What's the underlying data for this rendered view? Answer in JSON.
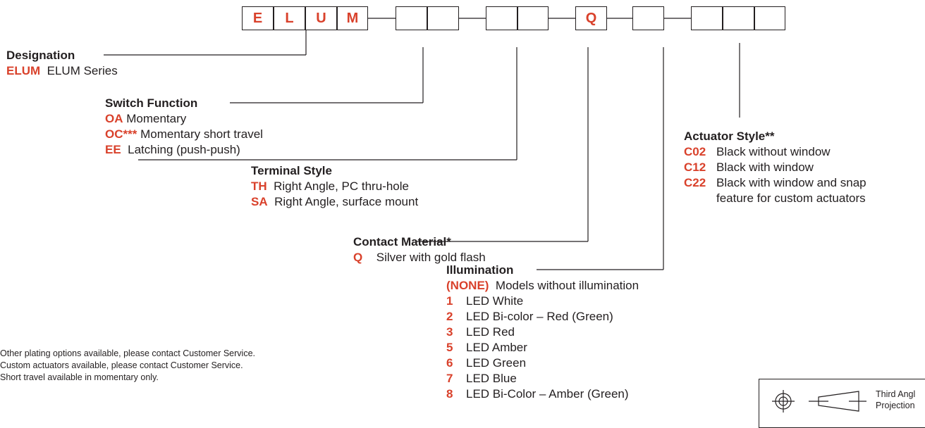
{
  "part_number": {
    "boxes": [
      "E",
      "L",
      "U",
      "M",
      "",
      "",
      "",
      "",
      "Q",
      "",
      "",
      "",
      ""
    ]
  },
  "sections": {
    "designation": {
      "title": "Designation",
      "items": [
        {
          "code": "ELUM",
          "desc": "ELUM Series"
        }
      ]
    },
    "switch_function": {
      "title": "Switch Function",
      "items": [
        {
          "code": "OA",
          "desc": "Momentary"
        },
        {
          "code": "OC***",
          "desc": "Momentary short travel"
        },
        {
          "code": "EE",
          "desc": "Latching (push-push)"
        }
      ]
    },
    "terminal_style": {
      "title": "Terminal Style",
      "items": [
        {
          "code": "TH",
          "desc": "Right Angle, PC thru-hole"
        },
        {
          "code": "SA",
          "desc": "Right Angle, surface mount"
        }
      ]
    },
    "contact_material": {
      "title": "Contact Material*",
      "items": [
        {
          "code": "Q",
          "desc": "Silver with gold flash"
        }
      ]
    },
    "illumination": {
      "title": "Illumination",
      "items": [
        {
          "code": "(NONE)",
          "desc": "Models without illumination"
        },
        {
          "code": "1",
          "desc": "LED White"
        },
        {
          "code": "2",
          "desc": "LED Bi-color – Red (Green)"
        },
        {
          "code": "3",
          "desc": "LED Red"
        },
        {
          "code": "5",
          "desc": "LED Amber"
        },
        {
          "code": "6",
          "desc": "LED Green"
        },
        {
          "code": "7",
          "desc": "LED Blue"
        },
        {
          "code": "8",
          "desc": "LED Bi-Color – Amber (Green)"
        }
      ]
    },
    "actuator_style": {
      "title": "Actuator Style**",
      "items": [
        {
          "code": "C02",
          "desc": "Black without window"
        },
        {
          "code": "C12",
          "desc": "Black with window"
        },
        {
          "code": "C22",
          "desc": "Black with window and snap"
        },
        {
          "code": "",
          "desc": "feature for custom actuators"
        }
      ]
    }
  },
  "notes": [
    "Other plating options available, please contact Customer Service.",
    "Custom actuators available, please contact Customer Service.",
    "Short travel available in momentary only."
  ],
  "projection": {
    "line1": "Third Angl",
    "line2": "Projection"
  },
  "colors": {
    "accent": "#d9412b",
    "ink": "#231f20"
  }
}
